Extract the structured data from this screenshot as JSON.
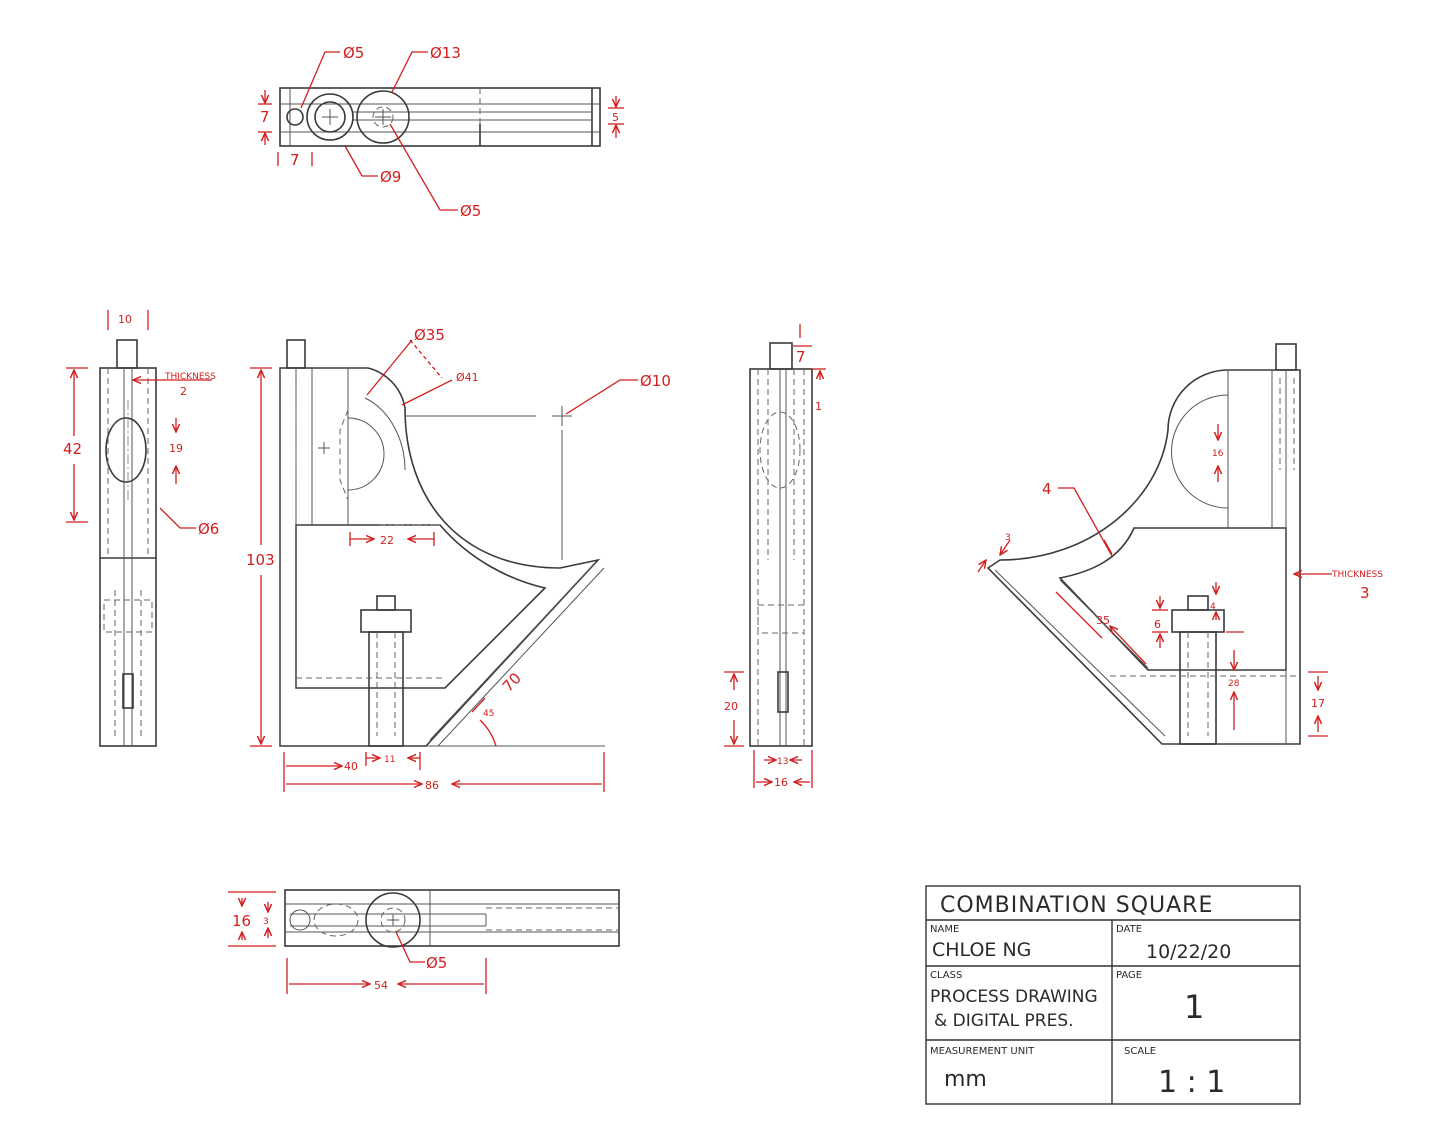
{
  "colors": {
    "line": "#3a3a3a",
    "dimension": "#d21e1e"
  },
  "top_view": {
    "d_small_hole": "Ø5",
    "d_large": "Ø13",
    "d_mid": "Ø9",
    "d_lower": "Ø5",
    "height": "7",
    "offset": "7",
    "slot": "5"
  },
  "left_view": {
    "width": "10",
    "thickness_label": "THICKNESS",
    "thickness_value": "2",
    "height": "42",
    "slot_len": "19",
    "hole": "Ø6"
  },
  "front_view": {
    "arc_inner": "Ø35",
    "arc_outer": "Ø41",
    "radius": "Ø10",
    "total_height": "103",
    "inner_gap": "22",
    "blade_len": "70",
    "angle": "45",
    "base_40": "40",
    "base_11": "11",
    "base_total": "86"
  },
  "right_side_view": {
    "top": "7",
    "gap": "1",
    "lower": "20",
    "w13": "13",
    "w16": "16"
  },
  "rear_view": {
    "wall": "4",
    "edge": "3",
    "slot": "16",
    "thickness_label": "THICKNESS",
    "thickness_value": "3",
    "inner_len": "35",
    "knob": "6",
    "knob_gap": "4",
    "post": "28",
    "base": "17"
  },
  "bottom_view": {
    "height": "16",
    "slot": "3",
    "hole": "Ø5",
    "length": "54"
  },
  "title_block": {
    "title": "COMBINATION SQUARE",
    "name_label": "NAME",
    "name": "CHLOE NG",
    "date_label": "DATE",
    "date": "10/22/20",
    "class_label": "CLASS",
    "class_line1": "PROCESS DRAWING",
    "class_line2": "& DIGITAL PRES.",
    "page_label": "PAGE",
    "page": "1",
    "unit_label": "MEASUREMENT UNIT",
    "unit": "mm",
    "scale_label": "SCALE",
    "scale": "1 : 1"
  }
}
